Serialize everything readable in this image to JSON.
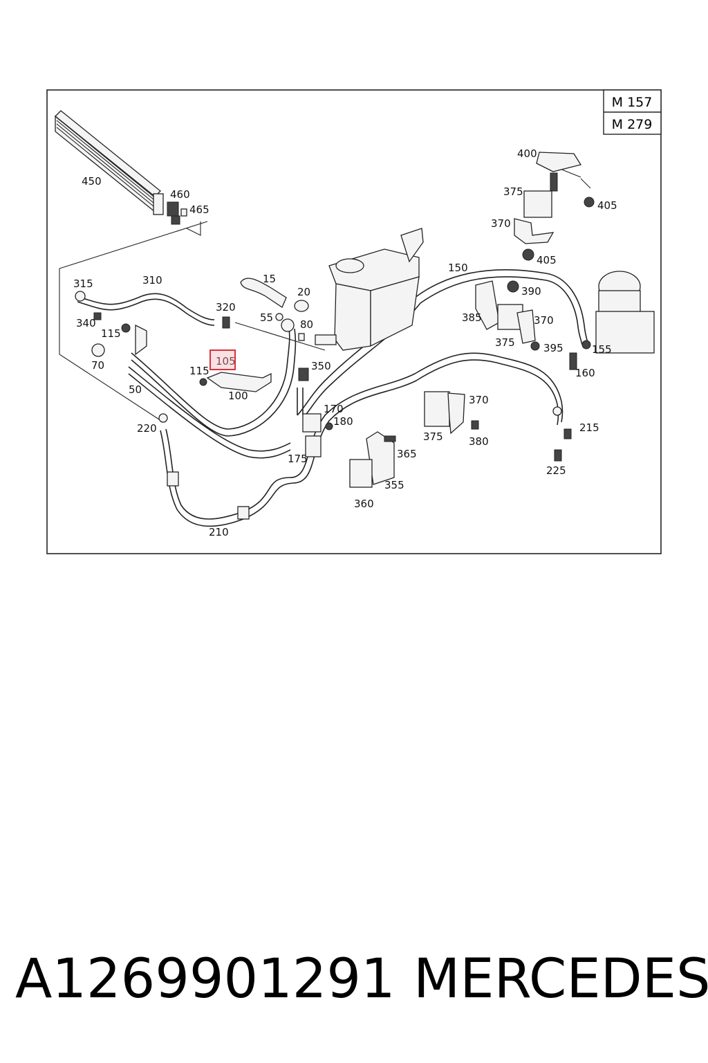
{
  "models": [
    "M 157",
    "M 279"
  ],
  "highlighted_part": "105",
  "part_labels": [
    "450",
    "460",
    "465",
    "315",
    "310",
    "15",
    "20",
    "320",
    "55",
    "80",
    "340",
    "115",
    "70",
    "50",
    "105",
    "115",
    "350",
    "100",
    "220",
    "170",
    "180",
    "175",
    "210",
    "150",
    "400",
    "375",
    "405",
    "370",
    "405",
    "390",
    "385",
    "370",
    "375",
    "395",
    "155",
    "160",
    "370",
    "215",
    "375",
    "380",
    "365",
    "225",
    "355",
    "360"
  ],
  "footer": {
    "part_number": "A1269901291",
    "brand": "MERCEDES"
  }
}
